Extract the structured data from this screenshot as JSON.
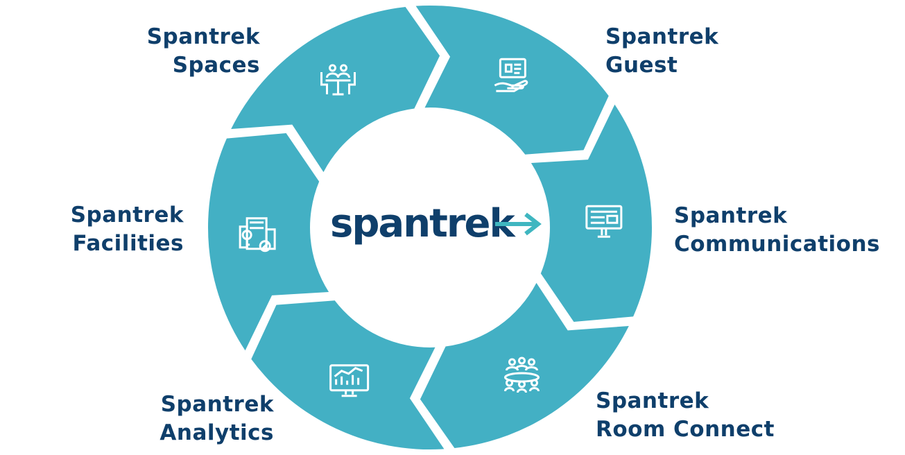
{
  "colors": {
    "segment": "#43b0c4",
    "text": "#0f3f6b",
    "arrow": "#3fb6c0"
  },
  "logo": {
    "text": "spantrek"
  },
  "segments": [
    {
      "line1": "Spantrek",
      "line2": "Guest",
      "icon": "id-card-hand-icon"
    },
    {
      "line1": "Spantrek",
      "line2": "Communications",
      "icon": "digital-signage-icon"
    },
    {
      "line1": "Spantrek",
      "line2": "Room Connect",
      "icon": "meeting-room-icon"
    },
    {
      "line1": "Spantrek",
      "line2": "Analytics",
      "icon": "analytics-monitor-icon"
    },
    {
      "line1": "Spantrek",
      "line2": "Facilities",
      "icon": "facilities-building-icon"
    },
    {
      "line1": "Spantrek",
      "line2": "Spaces",
      "icon": "workspace-people-icon"
    }
  ]
}
